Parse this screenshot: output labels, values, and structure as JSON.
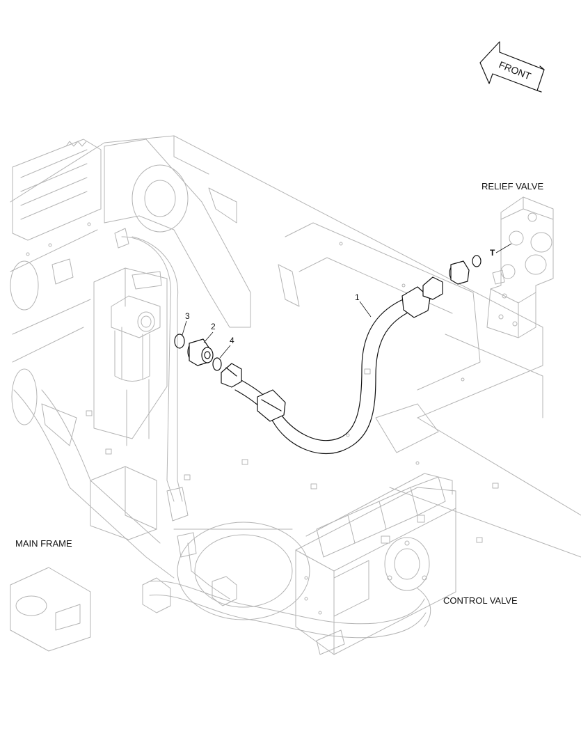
{
  "labels": {
    "front": "FRONT",
    "relief_valve": "RELIEF VALVE",
    "main_frame": "MAIN FRAME",
    "control_valve": "CONTROL VALVE",
    "port_t": "T"
  },
  "callouts": [
    {
      "id": "1",
      "part": "hose"
    },
    {
      "id": "2",
      "part": "adapter"
    },
    {
      "id": "3",
      "part": "o-ring"
    },
    {
      "id": "4",
      "part": "o-ring"
    }
  ]
}
